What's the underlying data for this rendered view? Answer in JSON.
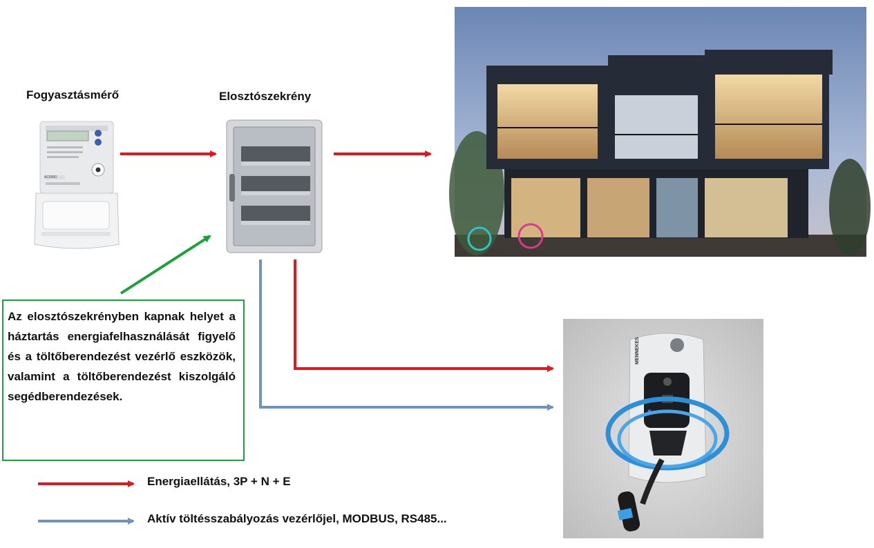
{
  "labels": {
    "meter": "Fogyasztásmérő",
    "cabinet": "Elosztószekrény"
  },
  "callout": {
    "text": "Az elosztószekrényben kapnak helyet a háztartás energiafelhasználását figyelő és a töltőberendezést vezérlő eszközök, valamint a töltőberendezést kiszolgáló segédberendezések."
  },
  "legend": {
    "power": "Energiaellátás, 3P + N + E",
    "signal": "Aktív töltésszabályozás vezérlőjel, MODBUS, RS485..."
  },
  "device": {
    "meter_model": "AC6000",
    "charger_brand": "MENNEKES"
  },
  "colors": {
    "power": "#e8141c",
    "signal": "#6f93c0",
    "callout": "#1aa33a"
  }
}
